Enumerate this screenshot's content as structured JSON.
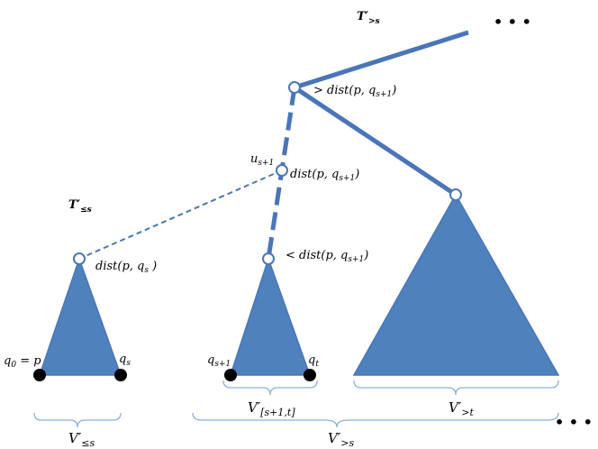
{
  "colors": {
    "fill": "#4f81bd",
    "edge": "#4a76b8",
    "brace": "#8ab0da",
    "node_outline": "#4a76b8",
    "leaf": "#000000"
  },
  "labels": {
    "t_gt_s": {
      "base": "T′",
      "sub": ">s"
    },
    "t_le_s": {
      "base": "T′",
      "sub": "≤s"
    },
    "gt_dist": {
      "base": "> dist(p, q",
      "sub": "s+1",
      "tail": ")"
    },
    "u": {
      "base": "u",
      "sub": "s+1"
    },
    "dist_mid": {
      "base": "dist(p, q",
      "sub": "s+1",
      "tail": ")"
    },
    "dist_left": {
      "base": "dist(p, q",
      "sub": "s",
      "tail": " )"
    },
    "lt_dist": {
      "base": "< dist(p, q",
      "sub": "s+1",
      "tail": ")"
    },
    "q0p": {
      "base": "q",
      "sub": "0",
      "tail": " = p"
    },
    "qs": {
      "base": "q",
      "sub": "s"
    },
    "qs1": {
      "base": "q",
      "sub": "s+1"
    },
    "qt": {
      "base": "q",
      "sub": "t"
    },
    "v_mid": {
      "base": "V′",
      "sub": "[s+1,t]"
    },
    "v_right": {
      "base": "V′",
      "sub": ">t"
    },
    "v_left": {
      "base": "V′",
      "sub": "≤s"
    },
    "v_bottom": {
      "base": "V′",
      "sub": ">s"
    }
  },
  "ellipsis": "• • •"
}
